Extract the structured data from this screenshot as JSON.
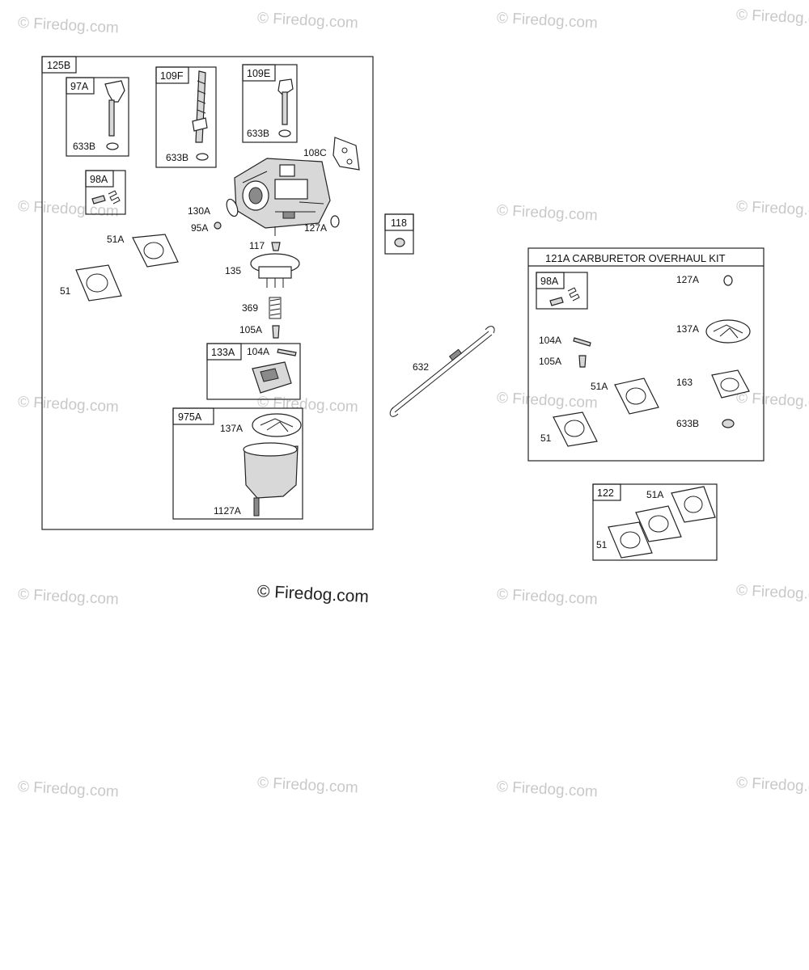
{
  "watermark": "© Firedog.com",
  "main_copyright": "© Firedog.com",
  "groups": {
    "carburetor_assembly": "125B",
    "choke_lever": "97A",
    "throttle_shaft": "109F",
    "choke_shaft": "109E",
    "screw_spring": "98A",
    "float_kit": "133A",
    "fuel_bowl_kit": "975A",
    "gasket_kit": "122"
  },
  "overhaul_kit": {
    "title": "121A CARBURETOR OVERHAUL KIT"
  },
  "parts": {
    "p633b_a": "633B",
    "p633b_b": "633B",
    "p633b_c": "633B",
    "p633b_d": "633B",
    "p108c": "108C",
    "p130a": "130A",
    "p95a": "95A",
    "p127a": "127A",
    "p51a": "51A",
    "p51": "51",
    "p117": "117",
    "p135": "135",
    "p369": "369",
    "p105a": "105A",
    "p104a": "104A",
    "p137a": "137A",
    "p1127a": "1127A",
    "p118": "118",
    "p632": "632",
    "k127a": "127A",
    "k137a": "137A",
    "k104a": "104A",
    "k105a": "105A",
    "k51a": "51A",
    "k163": "163",
    "k51": "51",
    "k633b": "633B",
    "k98a": "98A",
    "g51a": "51A",
    "g51": "51"
  }
}
